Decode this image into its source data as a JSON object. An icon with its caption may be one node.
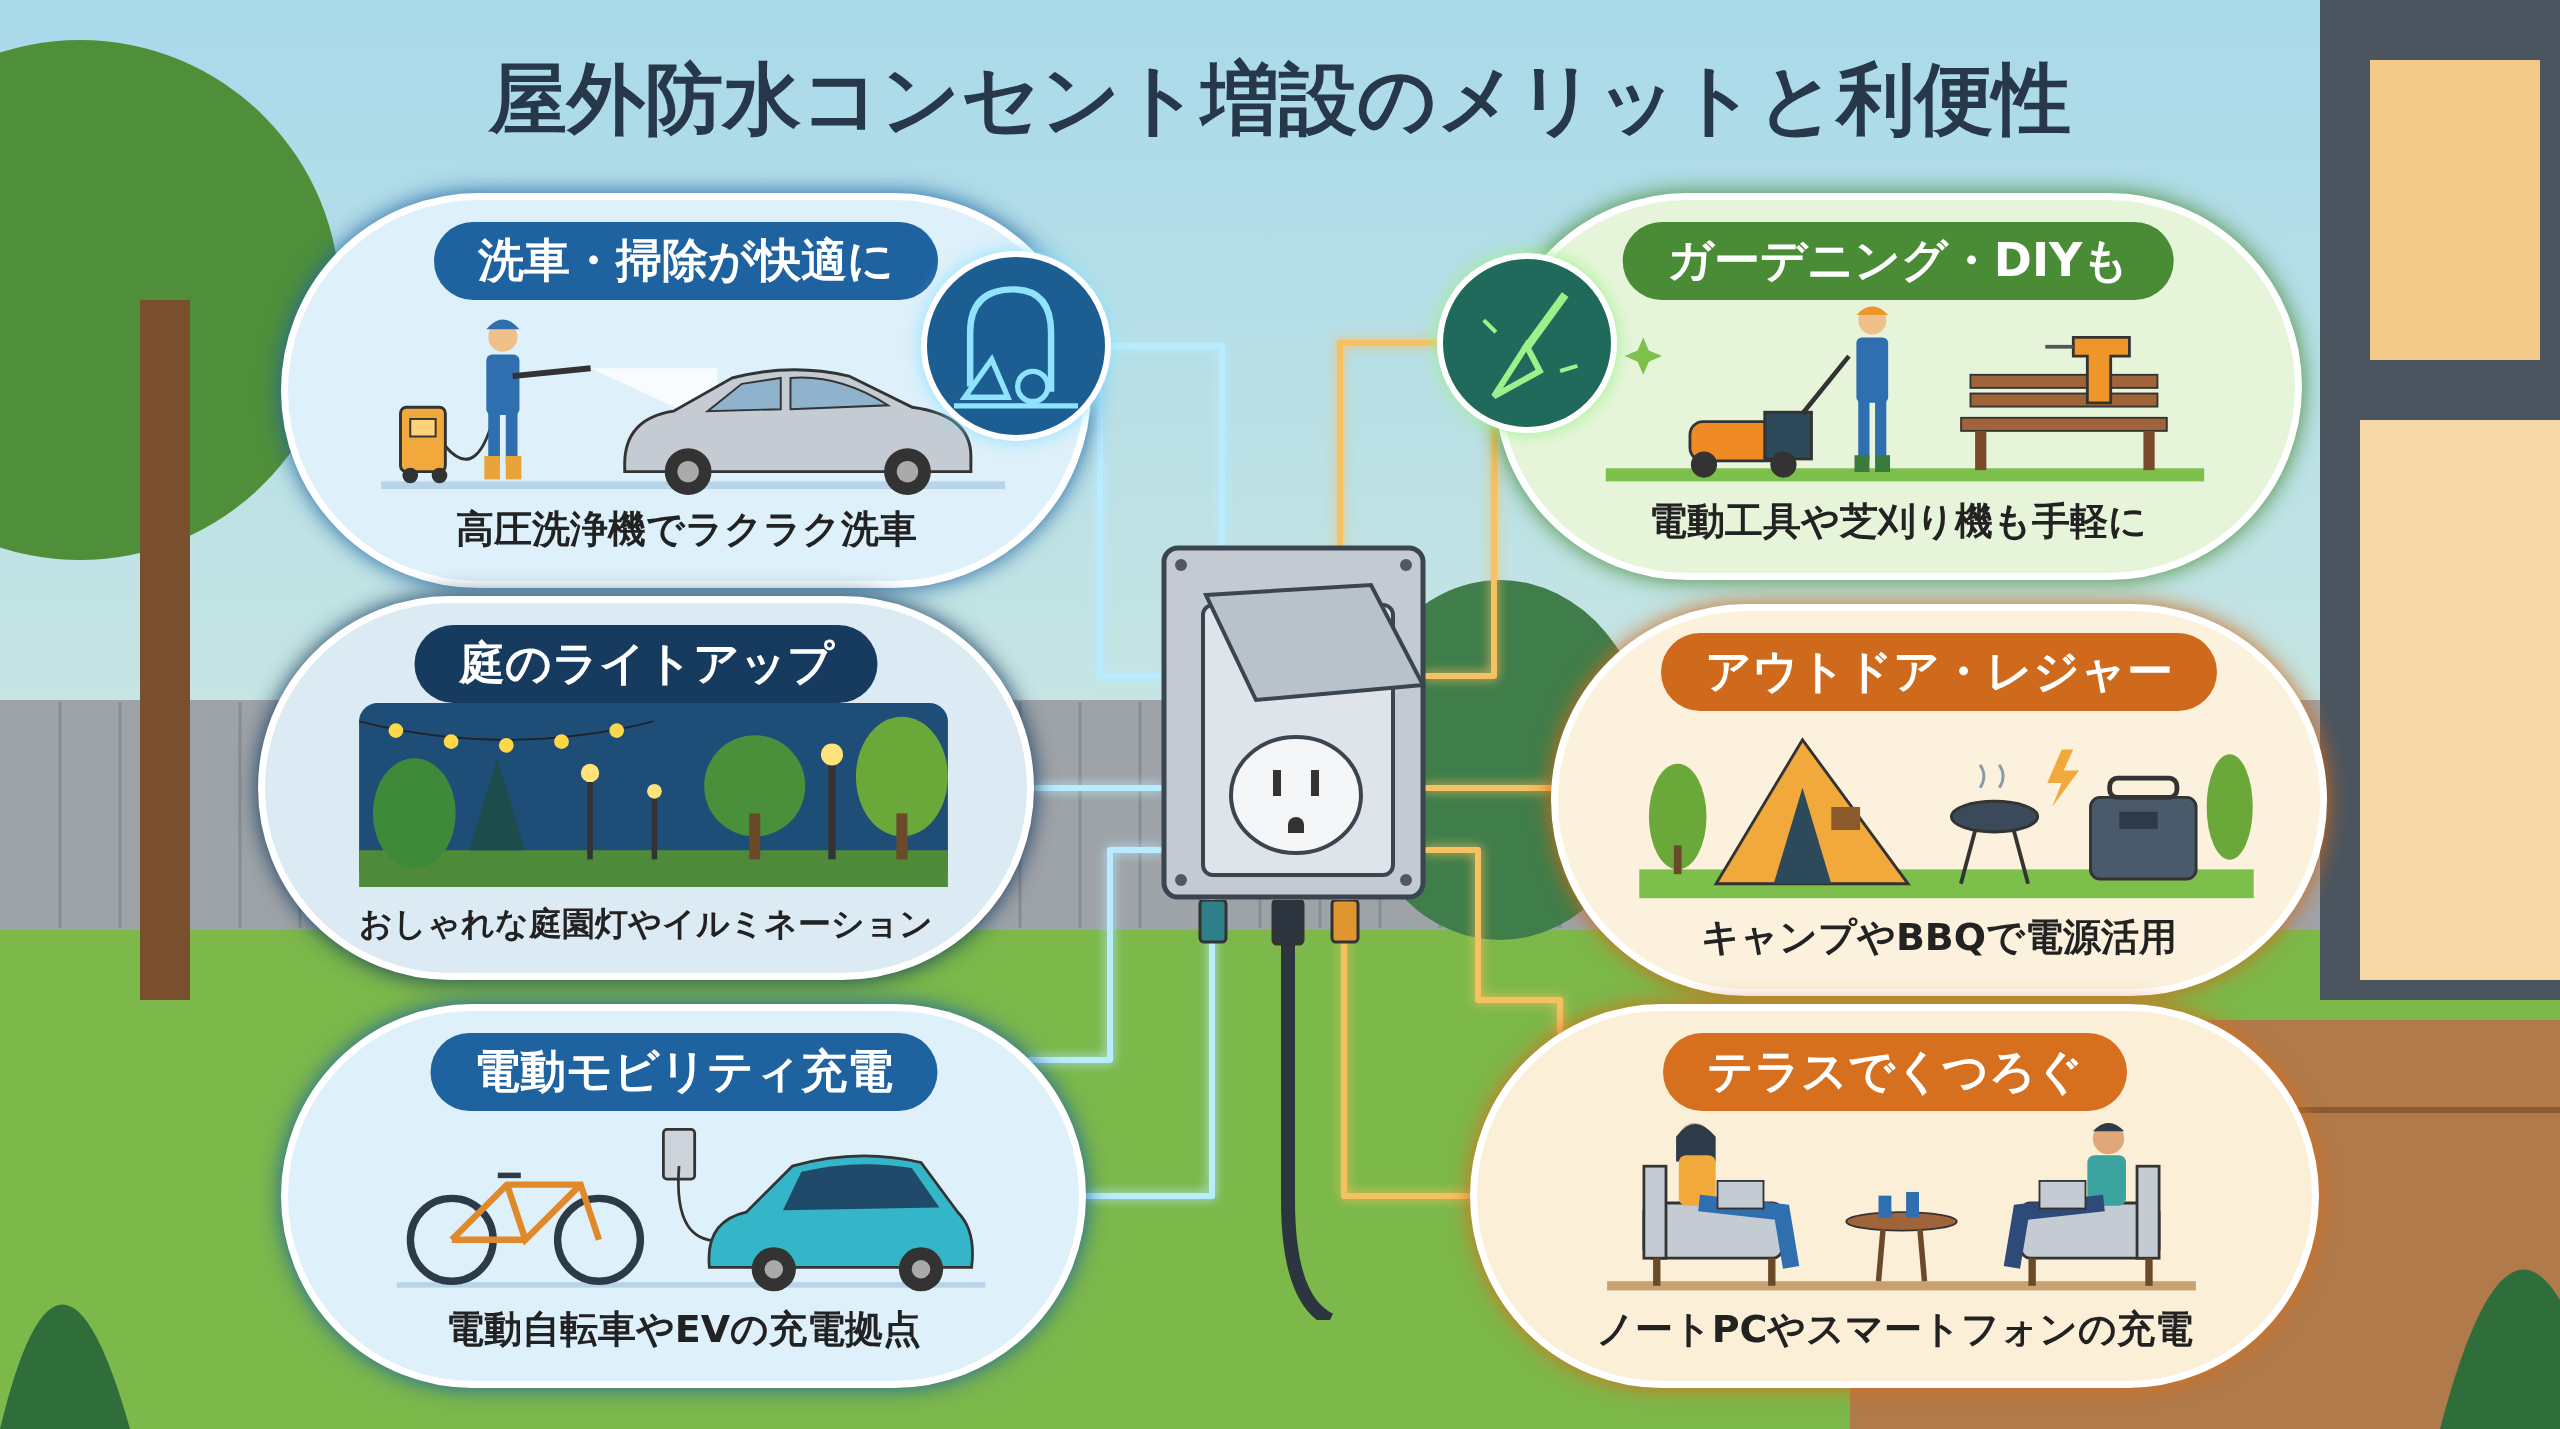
{
  "diagram": {
    "title": "屋外防水コンセント増設のメリットと利便性",
    "nodes": [
      {
        "text": [
          "洗車・掃除が快適に",
          "高圧洗浄機でラクラク洗車"
        ]
      },
      {
        "text": [],
        "shape": "circle"
      },
      {
        "text": [],
        "shape": "circle"
      },
      {
        "text": [
          "ガーデニング・DIYも",
          "電動工具や芝刈り機も手軽に"
        ]
      },
      {
        "text": [
          "庭のライトアップ",
          "おしゃれな庭園灯やイルミネーション"
        ]
      },
      {
        "text": [
          "アウトドア・レジャー",
          "キャンプやBBQで電源活用"
        ]
      },
      {
        "text": [],
        "shape": "picture"
      },
      {
        "text": [
          "電動モビリティ充電",
          "電動自転車やEVの充電拠点"
        ]
      },
      {
        "text": [
          "テラスでくつろぐ",
          "ノートPCやスマートフォンの充電"
        ]
      }
    ],
    "edges": [
      {
        "from": 6,
        "to": 1,
        "arrow": "none",
        "color": "#b9ecff"
      },
      {
        "from": 6,
        "to": 1,
        "arrow": "none",
        "color": "#b9ecff"
      },
      {
        "from": 6,
        "to": 4,
        "arrow": "none",
        "color": "#b9ecff"
      },
      {
        "from": 6,
        "to": 7,
        "arrow": "none",
        "color": "#b9ecff"
      },
      {
        "from": 6,
        "to": 7,
        "arrow": "none",
        "color": "#b9ecff"
      },
      {
        "from": 6,
        "to": 2,
        "arrow": "none",
        "color": "#f7c060"
      },
      {
        "from": 6,
        "to": 2,
        "arrow": "none",
        "color": "#f7c060"
      },
      {
        "from": 6,
        "to": 5,
        "arrow": "none",
        "color": "#f7c060"
      },
      {
        "from": 6,
        "to": 8,
        "arrow": "none",
        "color": "#f7c060"
      },
      {
        "from": 6,
        "to": 8,
        "arrow": "none",
        "color": "#f7c060"
      }
    ]
  }
}
